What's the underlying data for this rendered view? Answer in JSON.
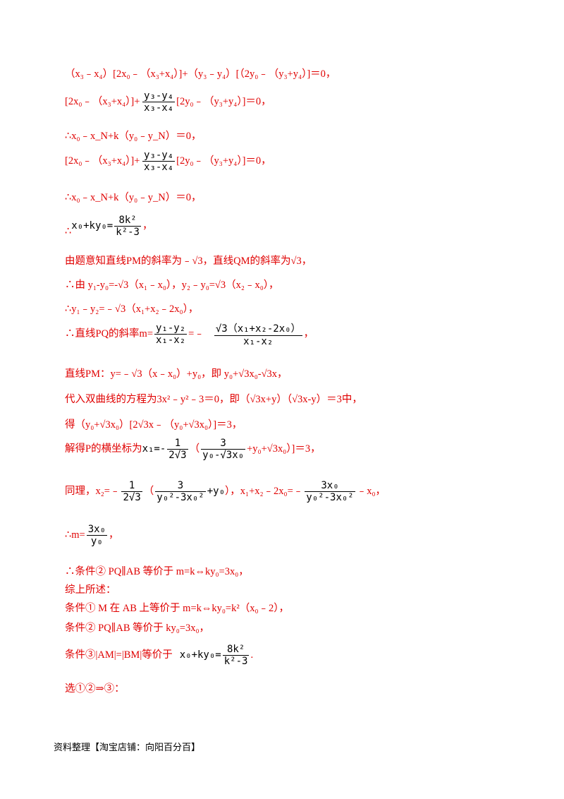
{
  "lines": {
    "l1": "（x₃﹣x₄）[2x₀﹣（x₃+x₄）]+（y₃﹣y₄）[（2y₀﹣（y₃+y₄）]＝0，",
    "frac_y3y4_num": "y₃-y₄",
    "frac_y3y4_den": "x₃-x₄",
    "l2_pre": "[2x₀﹣（x₃+x₄）]+",
    "l2_post": "[2y₀﹣（y₃+y₄）]＝0，",
    "l3": "∴x₀﹣x_N+k（y₀﹣y_N）＝0，",
    "l4_pre": "[2x₀﹣（x₃+x₄）]+",
    "l4_post": "[2y₀﹣（y₃+y₄）]＝0，",
    "l5": "∴x₀﹣x_N+k（y₀﹣y_N）＝0，",
    "l6_prefix": "∴",
    "l6_expr": "x₀+ky₀=",
    "l6_num": "8k²",
    "l6_den": "k²-3",
    "l6_suffix": "，",
    "l7": "由题意知直线PM的斜率为﹣√3，直线QM的斜率为√3，",
    "l8": "∴由 y₁-y₀=-√3（x₁﹣x₀），y₂﹣y₀=√3（x₂﹣x₀），",
    "l9": "∴y₁﹣y₂=﹣√3（x₁+x₂﹣2x₀），",
    "l10_pre": "∴直线PQ的斜率m=",
    "l10_f1_num": "y₁-y₂",
    "l10_f1_den": "x₁-x₂",
    "l10_mid": "=﹣",
    "l10_f2_num": "√3（x₁+x₂-2x₀）",
    "l10_f2_den": "x₁-x₂",
    "l10_suffix": "，",
    "l11": "直线PM：y=﹣√3（x﹣x₀）+y₀，即 y₀+√3x₀-√3x，",
    "l12": "代入双曲线的方程为3x²﹣y²﹣3＝0，即（√3x+y）（√3x-y）＝3中，",
    "l13": "得（y₀+√3x₀）[2√3x﹣（y₀+√3x₀）]＝3，",
    "l14_pre": "解得P的横坐标为",
    "l14_x1": "x₁=-",
    "l14_f1_num": "1",
    "l14_f1_den": "2√3",
    "l14_mid": "（",
    "l14_f2_num": "3",
    "l14_f2_den": "y₀-√3x₀",
    "l14_post": "+y₀+√3x₀）]＝3，",
    "l15_pre": "同理，x₂=﹣",
    "l15_f1_num": "1",
    "l15_f1_den": "2√3",
    "l15_mid": "（",
    "l15_f2_num": "3",
    "l15_f2_den": "y₀²-3x₀²",
    "l15_y0": "+y₀",
    "l15_close": "），x₁+x₂﹣2x₀=﹣",
    "l15_f3_num": "3x₀",
    "l15_f3_den": "y₀²-3x₀²",
    "l15_post": "﹣x₀，",
    "l16_pre": "∴m=",
    "l16_num": "3x₀",
    "l16_den": "y₀",
    "l16_suffix": "，",
    "l17": "∴条件② PQ∥AB 等价于 m=k⇔ky₀=3x₀，",
    "l18": "综上所述：",
    "l19": "条件① M 在 AB 上等价于 m=k⇔ky₀=k²（x₀﹣2），",
    "l20": "条件② PQ∥AB 等价于 ky₀=3x₀，",
    "l21_pre": "条件③|AM|=|BM|等价于",
    "l21_expr": "x₀+ky₀=",
    "l21_num": "8k²",
    "l21_den": "k²-3",
    "l21_suffix": ".",
    "l22": "选①②⇒③："
  },
  "footer": "资料整理【淘宝店铺：向阳百分百】",
  "colors": {
    "text": "#e00000",
    "formula": "#000000"
  }
}
